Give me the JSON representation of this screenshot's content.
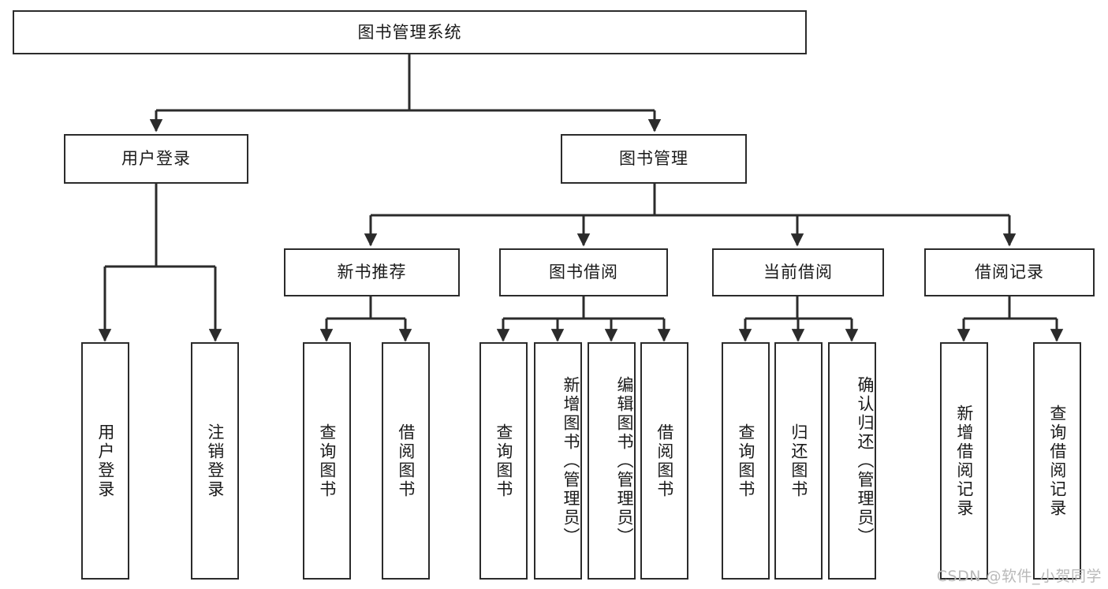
{
  "diagram": {
    "title": "图书管理系统",
    "type": "tree",
    "watermark": "CSDN @软件_小贺同学",
    "colors": {
      "stroke": "#2b2b2b",
      "fill": "#ffffff",
      "text": "#1a1a1a",
      "watermark": "#b9b9b9"
    },
    "levels": {
      "root": {
        "label": "图书管理系统"
      },
      "level2": [
        {
          "id": "user-login",
          "label": "用户登录"
        },
        {
          "id": "book-manage",
          "label": "图书管理"
        }
      ],
      "level3": [
        {
          "id": "new-book-rec",
          "label": "新书推荐",
          "parent": "book-manage"
        },
        {
          "id": "book-borrow",
          "label": "图书借阅",
          "parent": "book-manage"
        },
        {
          "id": "current-borrow",
          "label": "当前借阅",
          "parent": "book-manage"
        },
        {
          "id": "borrow-record",
          "label": "借阅记录",
          "parent": "book-manage"
        }
      ],
      "leaves": [
        {
          "id": "leaf-user-login",
          "label": "用户登录",
          "parent": "user-login"
        },
        {
          "id": "leaf-user-logout",
          "label": "注销登录",
          "parent": "user-login"
        },
        {
          "id": "leaf-query-book-1",
          "label": "查询图书",
          "parent": "new-book-rec"
        },
        {
          "id": "leaf-borrow-book-1",
          "label": "借阅图书",
          "parent": "new-book-rec"
        },
        {
          "id": "leaf-query-book-2",
          "label": "查询图书",
          "parent": "book-borrow"
        },
        {
          "id": "leaf-add-book",
          "label": "新增图书（管理员）",
          "parent": "book-borrow"
        },
        {
          "id": "leaf-edit-book",
          "label": "编辑图书（管理员）",
          "parent": "book-borrow"
        },
        {
          "id": "leaf-borrow-book-2",
          "label": "借阅图书",
          "parent": "book-borrow"
        },
        {
          "id": "leaf-query-book-3",
          "label": "查询图书",
          "parent": "current-borrow"
        },
        {
          "id": "leaf-return-book",
          "label": "归还图书",
          "parent": "current-borrow"
        },
        {
          "id": "leaf-confirm-return",
          "label": "确认归还（管理员）",
          "parent": "current-borrow"
        },
        {
          "id": "leaf-add-record",
          "label": "新增借阅记录",
          "parent": "borrow-record"
        },
        {
          "id": "leaf-query-record",
          "label": "查询借阅记录",
          "parent": "borrow-record"
        }
      ]
    }
  }
}
